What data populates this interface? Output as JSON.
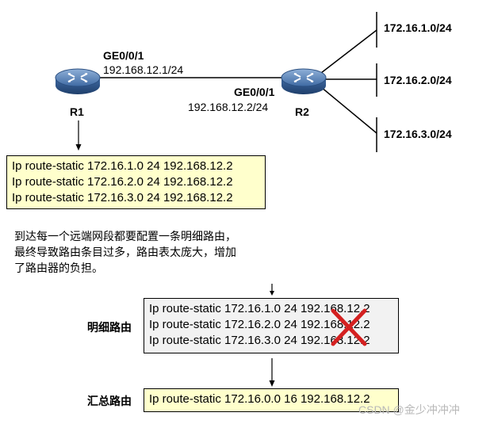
{
  "routers": {
    "r1": {
      "name": "R1",
      "iface": "GE0/0/1",
      "ip": "192.168.12.1/24"
    },
    "r2": {
      "name": "R2",
      "iface": "GE0/0/1",
      "ip": "192.168.12.2/24"
    }
  },
  "networks": [
    "172.16.1.0/24",
    "172.16.2.0/24",
    "172.16.3.0/24"
  ],
  "top_routes": [
    "Ip route-static 172.16.1.0 24 192.168.12.2",
    "Ip route-static 172.16.2.0 24 192.168.12.2",
    "Ip route-static 172.16.3.0 24 192.168.12.2"
  ],
  "note": [
    "到达每一个远端网段都要配置一条明细路由，",
    "最终导致路由条目过多，路由表太庞大，增加",
    "了路由器的负担。"
  ],
  "detail_label": "明细路由",
  "detail_routes": [
    "Ip route-static 172.16.1.0 24 192.168.12.2",
    "Ip route-static 172.16.2.0 24 192.168.12.2",
    "Ip route-static 172.16.3.0 24 192.168.12.2"
  ],
  "summary_label": "汇总路由",
  "summary_route": "Ip route-static 172.16.0.0 16 192.168.12.2",
  "watermark": "CSDN @金少冲冲冲",
  "colors": {
    "router_body": "#5b7fb0",
    "cross": "#d42020",
    "yellow_box": "#ffffcc",
    "gray_box": "#f2f2f2"
  }
}
